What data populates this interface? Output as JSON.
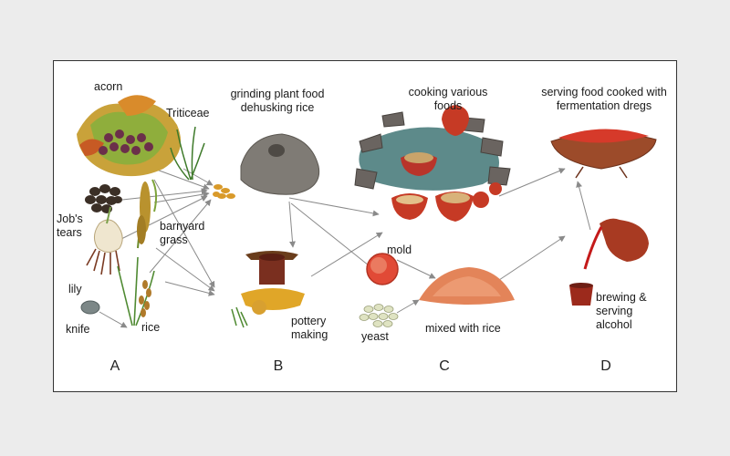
{
  "labels": {
    "acorn": "acorn",
    "triticeae": "Triticeae",
    "jobs_tears": "Job's tears",
    "barnyard_grass": "barnyard grass",
    "lily": "lily",
    "knife": "knife",
    "rice": "rice",
    "grinding": "grinding plant food dehusking rice",
    "pottery": "pottery making",
    "cooking": "cooking various foods",
    "mold": "mold",
    "yeast": "yeast",
    "mixed": "mixed with rice",
    "serving": "serving food cooked with fermentation dregs",
    "brewing": "brewing & serving alcohol"
  },
  "panels": [
    "A",
    "B",
    "C",
    "D"
  ],
  "colors": {
    "frame": "#333333",
    "arrow": "#8a8a8a",
    "pottery": "#b8372a",
    "food": "#d9503a"
  },
  "icons": [
    "acorn-leaves-icon",
    "triticeae-icon",
    "jobs-tears-icon",
    "barnyard-grass-icon",
    "lily-bulb-icon",
    "stone-knife-icon",
    "rice-plant-icon",
    "grain-icon",
    "grinding-stone-icon",
    "pottery-wheel-icon",
    "stone-hearth-icon",
    "mold-icon",
    "yeast-icon",
    "rice-mash-icon",
    "food-tray-icon",
    "brewing-jar-icon"
  ]
}
